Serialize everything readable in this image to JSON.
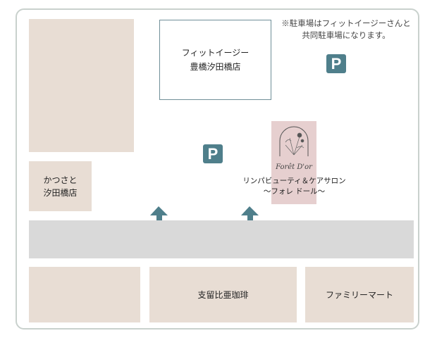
{
  "map": {
    "note": [
      "※駐車場はフィットイージーさんと",
      "共同駐車場になります。"
    ],
    "fit_easy": [
      "フィットイージー",
      "豊橋汐田橋店"
    ],
    "katsusato": [
      "かつさと",
      "汐田橋店"
    ],
    "salon": {
      "logo_text": "Forêt D'or",
      "name": [
        "リンパビューティ＆ケアサロン",
        "〜フォレ ドール〜"
      ]
    },
    "bottom_blocks": [
      "",
      "支留比亜珈琲",
      "ファミリーマート"
    ],
    "parking_label": "P",
    "colors": {
      "block": "#e8ddd4",
      "road": "#d9d9d9",
      "accent": "#4f7f8b",
      "salon": "#e6cfcf",
      "frame": "#c9d1cd"
    }
  }
}
